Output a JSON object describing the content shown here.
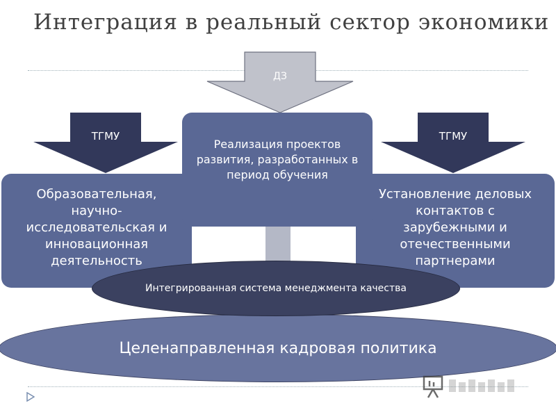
{
  "slide": {
    "title": "Интеграция в реальный сектор экономики"
  },
  "arrows": {
    "top": "ДЗ",
    "left": "ТГМУ",
    "right": "ТГМУ"
  },
  "boxes": {
    "left": "Образовательная, научно-исследовательская и инновационная деятельность",
    "center": "Реализация проектов развития, разработанных в период обучения",
    "right": "Установление деловых контактов с зарубежными и отечественными партнерами"
  },
  "ellipses": {
    "middle": "Интегрированная система менеджмента качества",
    "bottom": "Целенаправленная кадровая политика"
  },
  "colors": {
    "dark_blue": "#5a6895",
    "arrow_dark": "#32385a",
    "arrow_light": "#c0c2cb",
    "ellipse_dark": "#3b4160",
    "ellipse_bottom": "#68749e"
  },
  "nav_icon": "triangle-right-icon",
  "watermark_icon": "presentation-logo-icon"
}
